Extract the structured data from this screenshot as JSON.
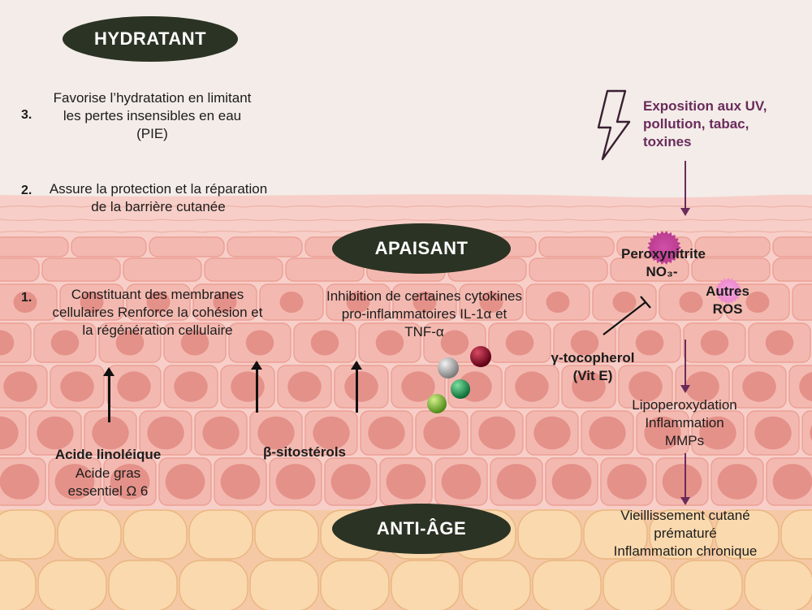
{
  "labels": {
    "hydratant": "HYDRATANT",
    "apaisant": "APAISANT",
    "anti_age": "ANTI-ÂGE"
  },
  "points": [
    {
      "num": "3.",
      "text": "Favorise l’hydratation en limitant les pertes insensibles en eau (PIE)"
    },
    {
      "num": "2.",
      "text": "Assure la protection et la réparation de la barrière cutanée"
    },
    {
      "num": "1.",
      "text": "Constituant des membranes cellulaires Renforce la cohésion et la régénération cellulaire"
    }
  ],
  "inhibition": "Inhibition de certaines cytokines pro-inflammatoires IL-1α et TNF-α",
  "acide": {
    "name": "Acide linoléique",
    "line2": "Acide gras",
    "line3": "essentiel Ω 6"
  },
  "sitosterol": "β-sitostérols",
  "stress": {
    "line1": "Exposition aux UV,",
    "line2": "pollution, tabac,",
    "line3": "toxines"
  },
  "peroxynitrite": {
    "line1": "Peroxynitrite",
    "line2": "NO₃-"
  },
  "ros": {
    "line1": "Autres",
    "line2": "ROS"
  },
  "tocopherol": {
    "line1": "γ-tocopherol",
    "line2": "(Vit E)"
  },
  "effects": {
    "line1": "Lipoperoxydation",
    "line2": "Inflammation",
    "line3": "MMPs"
  },
  "result": {
    "line1": "Vieillissement cutané",
    "line2": "prématuré",
    "line3": "Inflammation chronique"
  },
  "colors": {
    "background": "#f3ece8",
    "skin_top": "#f7cfc8",
    "cell": "#f3b9b0",
    "nucleus": "#e49189",
    "fat": "#f9d9ad",
    "pill": "#2b3324",
    "plum": "#6a2b5b"
  },
  "icons": [
    "lightning-icon",
    "molecule-spheres"
  ]
}
